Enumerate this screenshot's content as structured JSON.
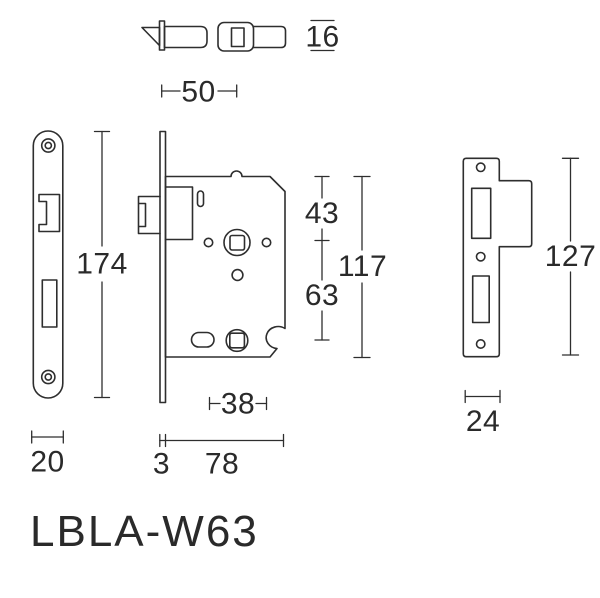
{
  "drawing": {
    "product_code": "LBLA-W63",
    "colors": {
      "line": "#2e2e2e",
      "text": "#2a2a2a",
      "background": "#ffffff"
    },
    "top_view": {
      "backset": "50",
      "case_height": "16"
    },
    "faceplate": {
      "length": "174",
      "width": "20"
    },
    "lock_body": {
      "top_to_hub": "43",
      "hub_to_lower_hub": "63",
      "overall_height": "117",
      "hub_offset": "38",
      "faceplate_thickness": "3",
      "case_depth": "78"
    },
    "strike_plate": {
      "length": "127",
      "width": "24"
    }
  }
}
